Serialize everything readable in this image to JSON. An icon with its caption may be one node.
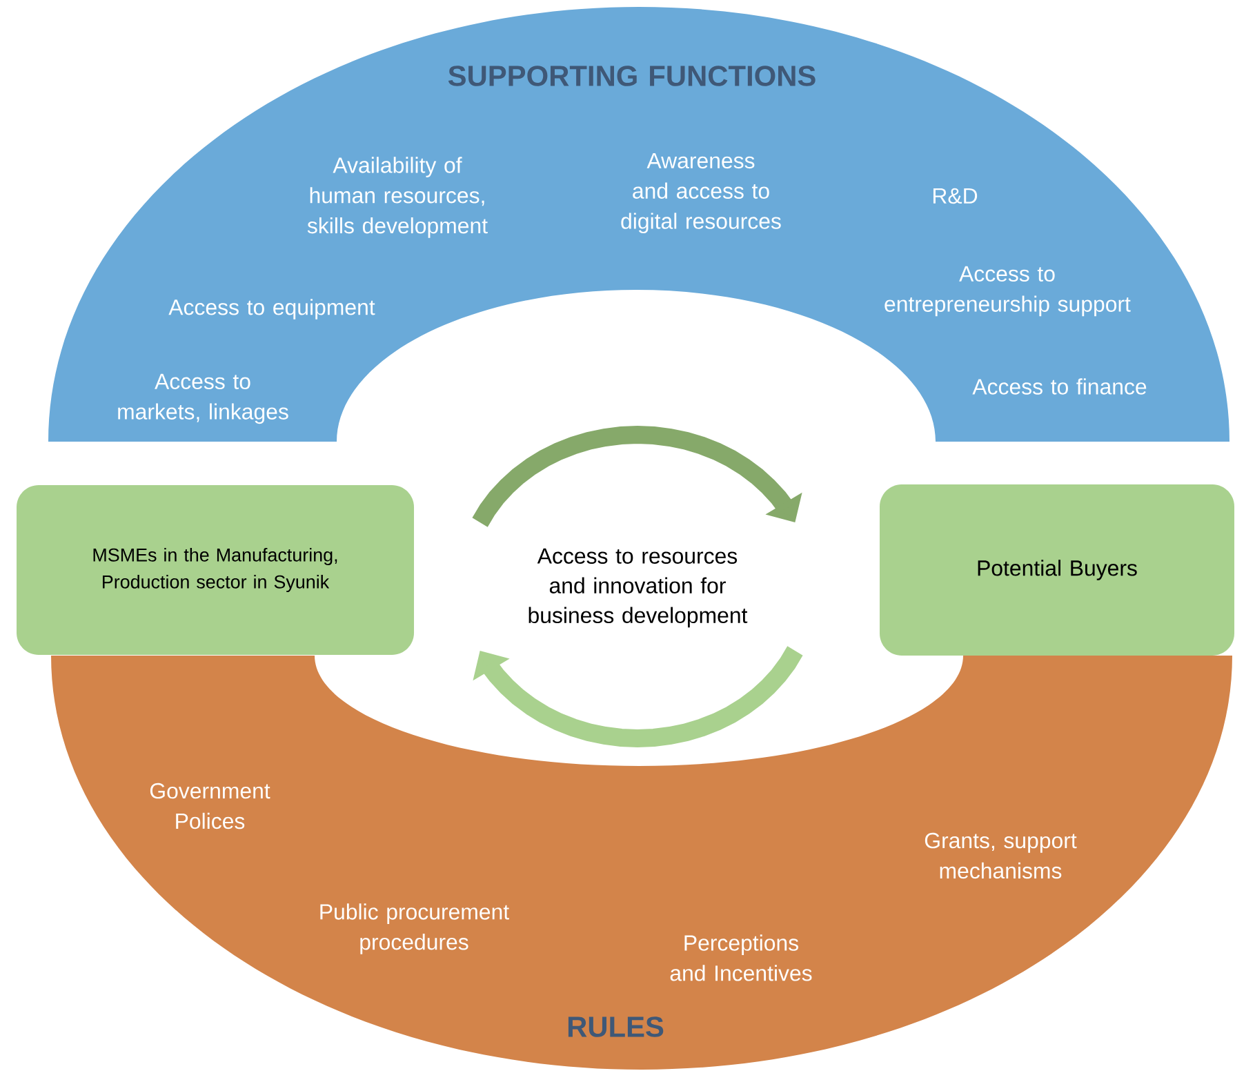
{
  "diagram": {
    "nodes": [
      {
        "text": [
          "SUPPORTING FUNCTIONS",
          "Availability of human resources, skills development",
          "Awareness and access to digital resources",
          "R&D",
          "Access to equipment",
          "Access to entrepreneurship support",
          "Access to markets, linkages",
          "Access to finance"
        ]
      },
      {
        "text": [
          "MSMEs in the Manufacturing, Production sector in Syunik"
        ]
      },
      {
        "text": [
          "Access to resources and innovation for business development"
        ]
      },
      {
        "text": [
          "Potential Buyers"
        ]
      },
      {
        "text": [
          "Government Polices",
          "Grants, support mechanisms",
          "Public procurement procedures",
          "Perceptions and Incentives",
          "RULES"
        ]
      }
    ]
  }
}
